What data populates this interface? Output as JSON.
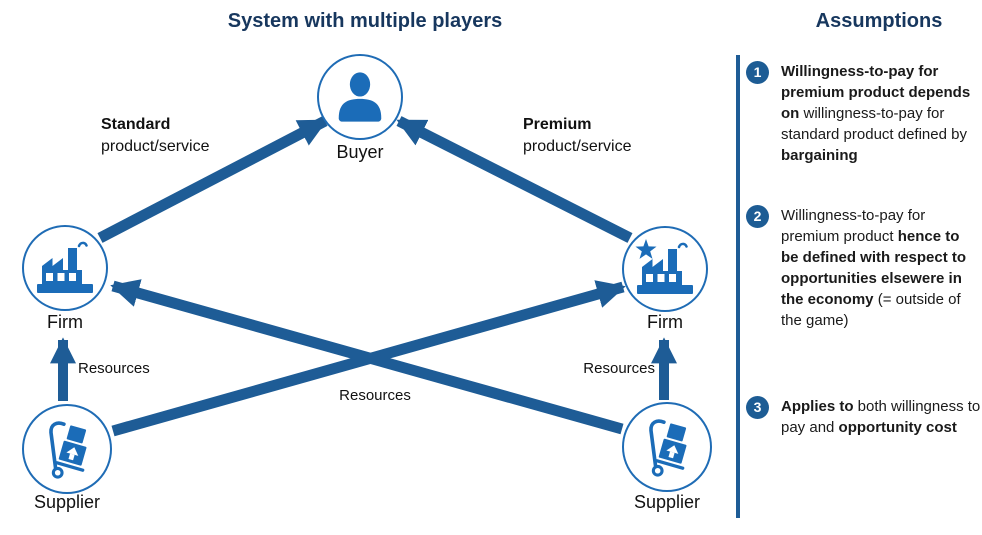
{
  "diagram": {
    "title": "System with multiple players",
    "nodes": {
      "buyer": {
        "label": "Buyer",
        "icon": "person-icon"
      },
      "firm_left": {
        "label": "Firm",
        "icon": "factory-icon"
      },
      "firm_right": {
        "label": "Firm",
        "icon": "factory-star-icon"
      },
      "supplier_left": {
        "label": "Supplier",
        "icon": "handtruck-icon"
      },
      "supplier_right": {
        "label": "Supplier",
        "icon": "handtruck-icon"
      }
    },
    "edge_labels": {
      "standard": {
        "line1": "Standard",
        "line2": "product/service"
      },
      "premium": {
        "line1": "Premium",
        "line2": "product/service"
      },
      "resources_left": "Resources",
      "resources_right": "Resources",
      "resources_cross": "Resources"
    }
  },
  "assumptions": {
    "title": "Assumptions",
    "items": [
      {
        "number": "1",
        "parts": [
          {
            "text": "Willingness-to-pay for premium product depends on",
            "emphasis": "b"
          },
          {
            "text": " willingness-to-pay for standard product defined by ",
            "emphasis": "n"
          },
          {
            "text": "bargaining",
            "emphasis": "b"
          }
        ]
      },
      {
        "number": "2",
        "parts": [
          {
            "text": "Willingness-to-pay for premium product ",
            "emphasis": "n"
          },
          {
            "text": "hence to be defined with respect to opportunities elsewere in the economy",
            "emphasis": "b"
          },
          {
            "text": " (= outside of the game)",
            "emphasis": "n"
          }
        ]
      },
      {
        "number": "3",
        "parts": [
          {
            "text": "Applies to",
            "emphasis": "b"
          },
          {
            "text": " both willingness to pay and ",
            "emphasis": "n"
          },
          {
            "text": "opportunity cost",
            "emphasis": "b"
          }
        ]
      }
    ]
  },
  "colors": {
    "title_navy": "#17375E",
    "arrow_blue": "#1E5C96",
    "icon_blue": "#1B6CB8",
    "badge_blue": "#1D5C94",
    "text": "#1A1A1A"
  }
}
